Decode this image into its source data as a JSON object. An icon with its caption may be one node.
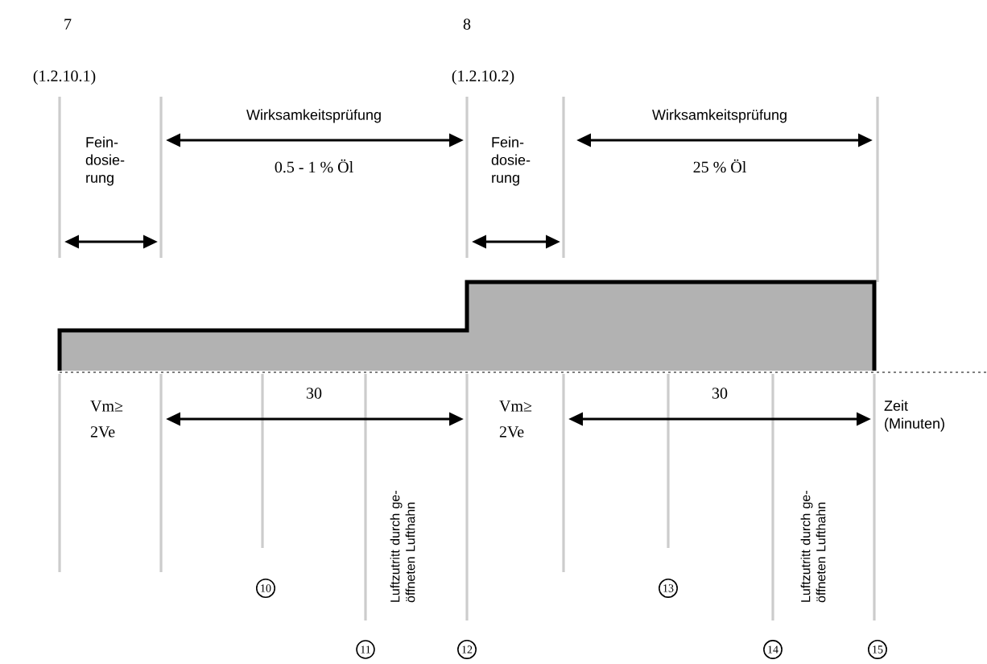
{
  "diagram": {
    "labels": [
      "7",
      "8",
      "(1.2.10.1)",
      "(1.2.10.2)",
      "Fein- dosie- rung",
      "Wirksamkeitsprüfung",
      "0.5 - 1 % Öl",
      "Fein- dosie- rung",
      "Wirksamkeitsprüfung",
      "25 % Öl",
      "Vm≥ 2Ve",
      "30",
      "Vm≥ 2Ve",
      "30",
      "Zeit (Minuten)",
      "Luftzutritt durch ge- öffneten Lufthahn",
      "Luftzutritt durch ge- öffneten Lufthahn",
      "10",
      "11",
      "12",
      "13",
      "14",
      "15"
    ]
  }
}
